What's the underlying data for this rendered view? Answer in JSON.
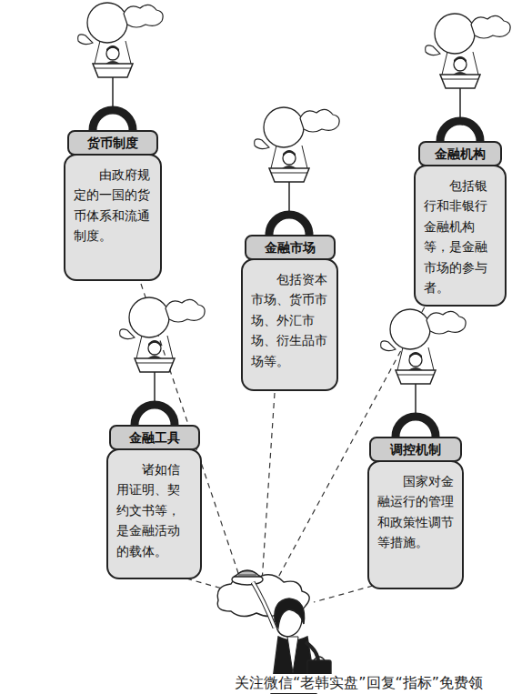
{
  "diagram": {
    "nodes": [
      {
        "text": [
          "货币制度",
          "由政府规定的一国的货币体系和流通制度。"
        ]
      },
      {
        "text": [
          "金融机构",
          "包括银行和非银行金融机构等，是金融市场的参与者。"
        ]
      },
      {
        "text": [
          "金融市场",
          "包括资本市场、货币市场、外汇市场、衍生品市场等。"
        ]
      },
      {
        "text": [
          "金融工具",
          "诸如信用证明、契约文书等，是金融活动的载体。"
        ]
      },
      {
        "text": [
          "调控机制",
          "国家对金融运行的管理和政策性调节等措施。"
        ]
      }
    ],
    "labels": [
      "关注微信“老韩实盘”回复“指标”免费领"
    ]
  }
}
